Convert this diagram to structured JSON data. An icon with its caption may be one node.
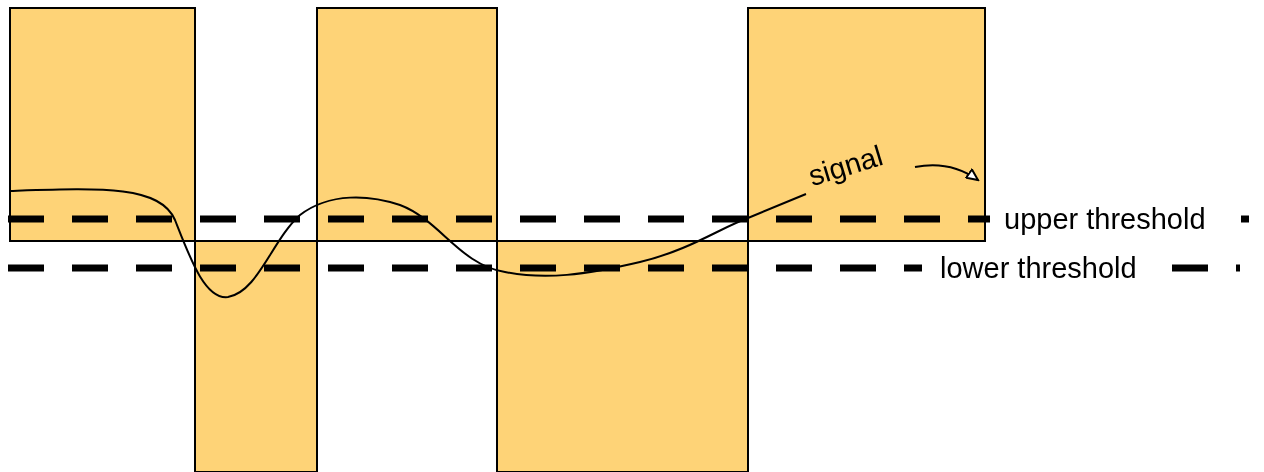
{
  "diagram": {
    "labels": [
      "signal",
      "upper threshold",
      "lower threshold"
    ]
  }
}
